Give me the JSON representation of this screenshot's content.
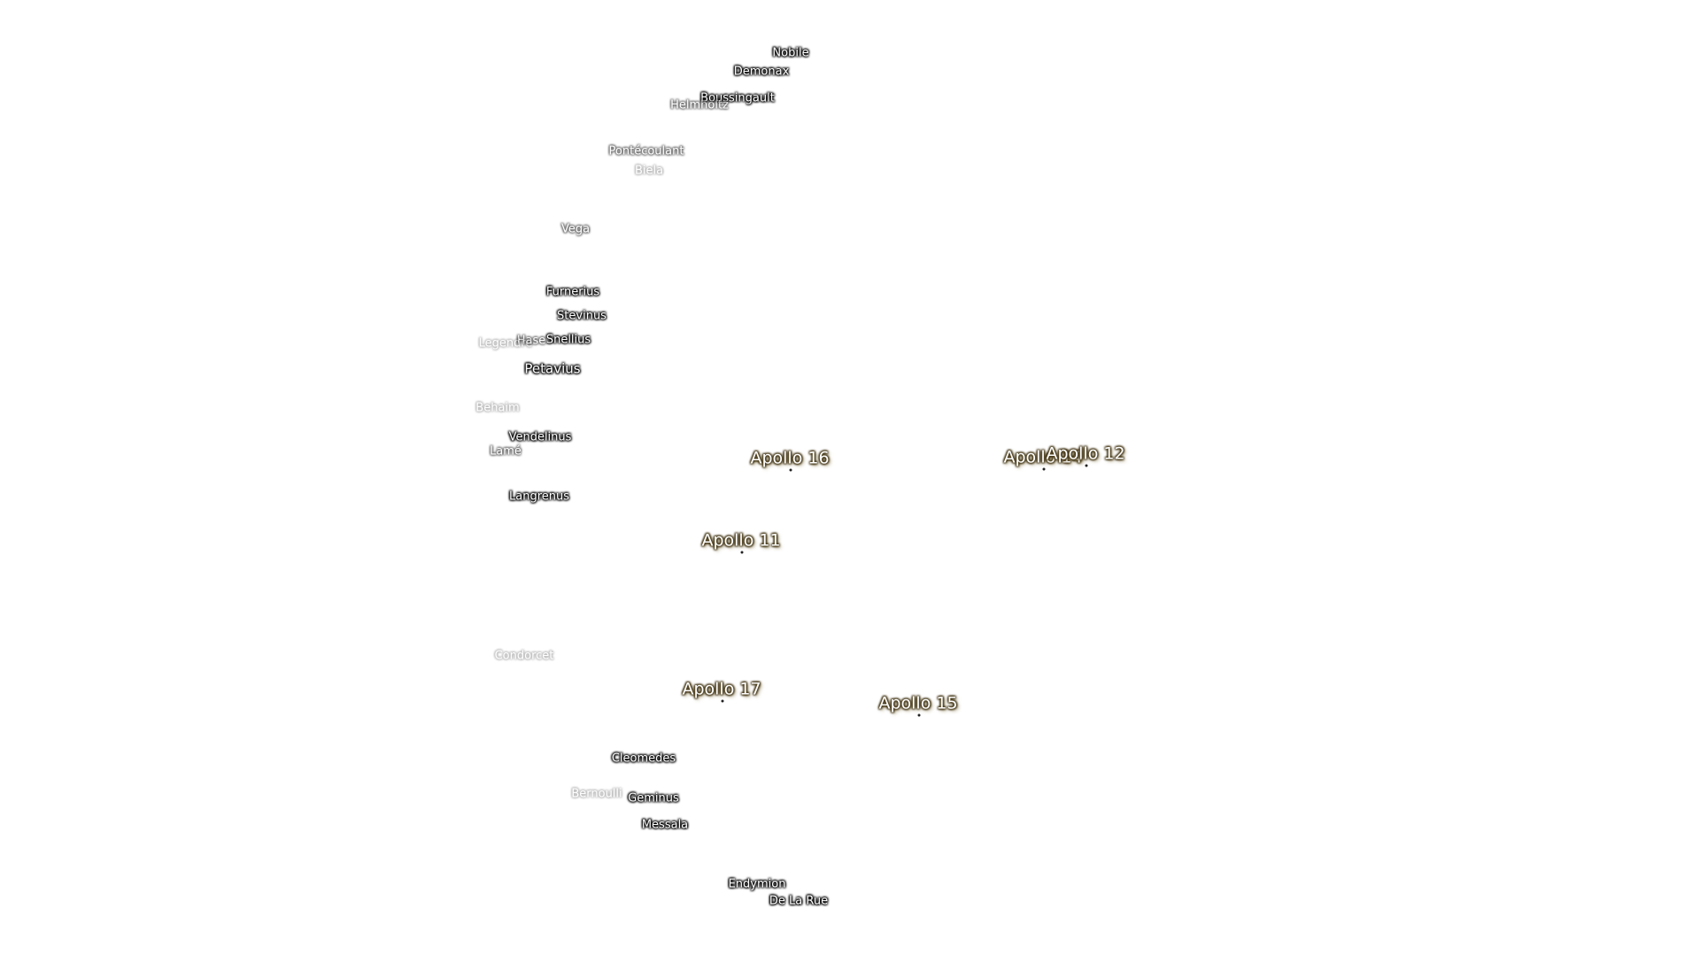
{
  "craters": [
    {
      "label": "Nobile"
    },
    {
      "label": "Demonax"
    },
    {
      "label": "Boussingault"
    },
    {
      "label": "Helmholtz"
    },
    {
      "label": "Pontécoulant"
    },
    {
      "label": "Biela"
    },
    {
      "label": "Vega"
    },
    {
      "label": "Furnerius"
    },
    {
      "label": "Stevinus"
    },
    {
      "label": "Hase"
    },
    {
      "label": "Snellius"
    },
    {
      "label": "Legendre"
    },
    {
      "label": "Petavius"
    },
    {
      "label": "Behaim"
    },
    {
      "label": "Vendelinus"
    },
    {
      "label": "Lamé"
    },
    {
      "label": "Langrenus"
    },
    {
      "label": "Condorcet"
    },
    {
      "label": "Cleomedes"
    },
    {
      "label": "Geminus"
    },
    {
      "label": "Messala"
    },
    {
      "label": "Endymion"
    },
    {
      "label": "De La Rue"
    },
    {
      "label": "Bernoulli"
    }
  ],
  "apollo_sites": [
    {
      "label": "Apollo 16"
    },
    {
      "label": "Apollo 14"
    },
    {
      "label": "Apollo 12"
    },
    {
      "label": "Apollo 11"
    },
    {
      "label": "Apollo 17"
    },
    {
      "label": "Apollo 15"
    }
  ]
}
